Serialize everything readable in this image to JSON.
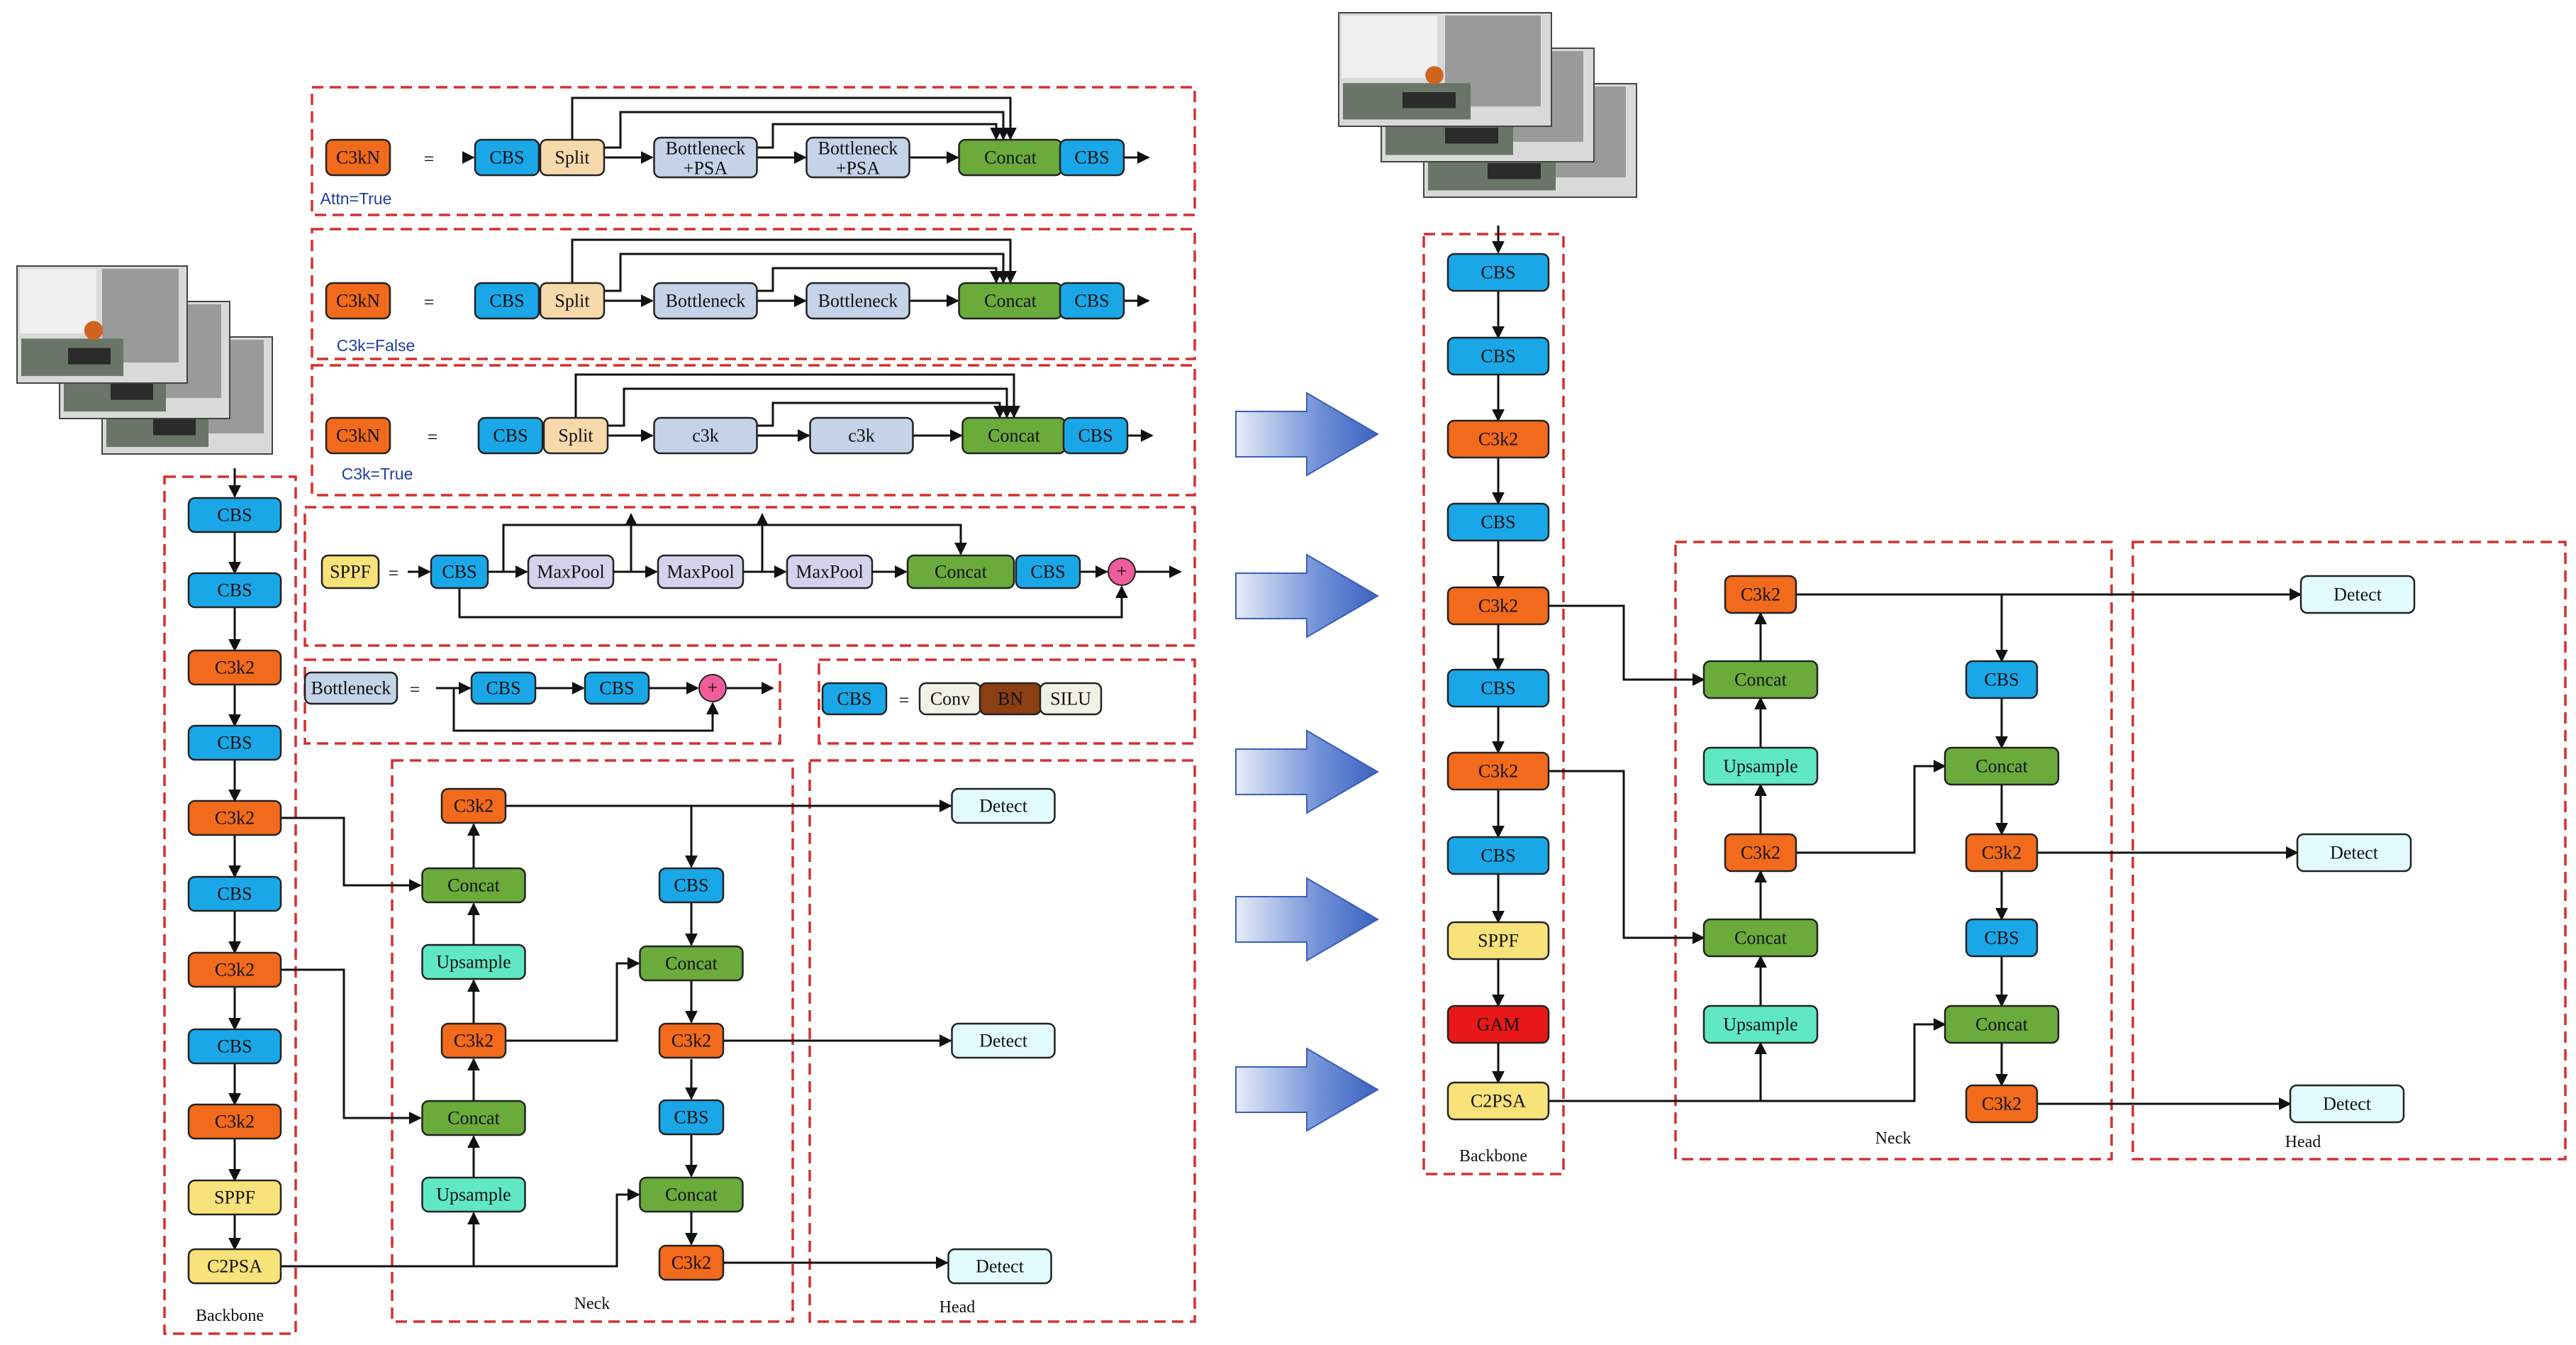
{
  "colors": {
    "cbs": "#1aa7e8",
    "c3k2": "#f26a1b",
    "split": "#f7d9ab",
    "bottleneck": "#c5d3e8",
    "concat": "#6aab3c",
    "maxpool": "#d3d3ee",
    "sppf": "#f8e27a",
    "c2psa": "#f8e27a",
    "upsample": "#5fe8c3",
    "detect": "#e2fbff",
    "gam": "#e81818",
    "bn": "#8b3f12",
    "conv": "#f1f1e6",
    "silu": "#f1f1e6",
    "plus": "#f05c9c",
    "frame": "#d43030",
    "arrow_block": "#4a72c8"
  },
  "labels": {
    "cbs": "CBS",
    "c3k2": "C3k2",
    "c3kn": "C3kN",
    "split": "Split",
    "bottleneck": "Bottleneck",
    "bottleneck_psa_l1": "Bottleneck",
    "bottleneck_psa_l2": "+PSA",
    "c3k": "c3k",
    "concat": "Concat",
    "sppf": "SPPF",
    "maxpool": "MaxPool",
    "upsample": "Upsample",
    "detect": "Detect",
    "c2psa": "C2PSA",
    "gam": "GAM",
    "conv": "Conv",
    "bn": "BN",
    "silu": "SILU",
    "equals": "=",
    "plus": "+"
  },
  "conditions": {
    "attn_true": "Attn=True",
    "c3k_false": "C3k=False",
    "c3k_true": "C3k=True"
  },
  "sections": {
    "backbone": "Backbone",
    "neck": "Neck",
    "head": "Head"
  },
  "icons": {
    "input_image": "surveillance-photo-stack-icon",
    "flow_arrow": "right-arrow-icon"
  }
}
